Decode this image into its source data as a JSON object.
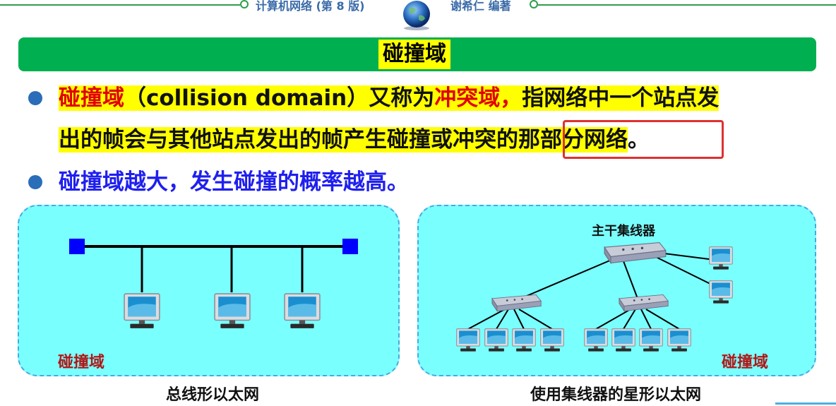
{
  "header": {
    "book_title": "计算机网络 (第 8 版)",
    "author": "谢希仁  编著"
  },
  "slide": {
    "title": "碰撞域"
  },
  "bullets": [
    {
      "line1": [
        {
          "text": "碰撞域",
          "style": "red"
        },
        {
          "text": "（collision domain）又称为",
          "style": "black"
        },
        {
          "text": "冲突域，",
          "style": "red"
        },
        {
          "text": "指网络中一个站点发",
          "style": "black"
        }
      ],
      "line2": [
        {
          "text": "出的帧会与其他站点发出的帧产生碰撞或冲突的那部分网络",
          "style": "black"
        },
        {
          "text": "。",
          "style": "plain"
        }
      ]
    },
    {
      "text": "碰撞域越大，发生碰撞的概率越高。"
    }
  ],
  "diagrams": {
    "left": {
      "caption": "总线形以太网",
      "domain_label": "碰撞域"
    },
    "right": {
      "caption": "使用集线器的星形以太网",
      "domain_label": "碰撞域",
      "hub_label": "主干集线器"
    }
  },
  "colors": {
    "title_bar": "#00b050",
    "highlight": "#ffff00",
    "emphasis_red": "#e00000",
    "bullet2_blue": "#1f1ff0",
    "panel_fill": "#7affff",
    "domain_label": "#b01818",
    "bus_terminator": "#0000ff"
  }
}
